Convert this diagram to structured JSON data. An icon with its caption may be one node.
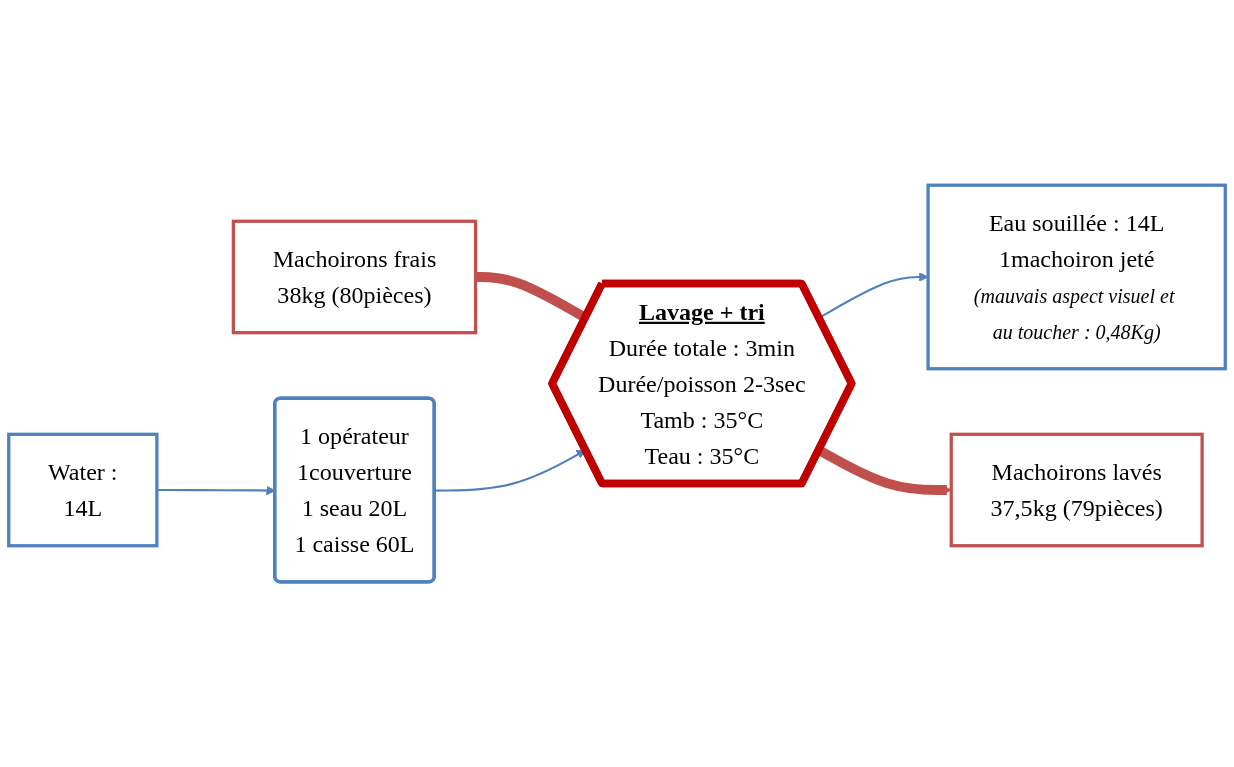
{
  "diagram": {
    "nodes": [
      {
        "text": [
          "Machoirons frais",
          "38kg (80pièces)"
        ]
      },
      {
        "text": [
          "Water :",
          "14L"
        ]
      },
      {
        "text": [
          "1 opérateur",
          "1couverture",
          "1 seau 20L",
          "1 caisse 60L"
        ]
      },
      {
        "text": [
          "Lavage + tri",
          "Durée totale : 3min",
          "Durée/poisson 2-3sec",
          "Tamb : 35°C",
          "Teau : 35°C"
        ]
      },
      {
        "text": [
          "Eau souillée : 14L",
          "1machoiron jeté",
          "(mauvais aspect visuel et au toucher : 0,48Kg)"
        ]
      },
      {
        "text": [
          "Machoirons lavés",
          "37,5kg (79pièces)"
        ]
      }
    ],
    "edges": [
      {
        "from": 0,
        "to": 3,
        "arrow": "to",
        "style": "thick",
        "color": "#c0504d"
      },
      {
        "from": 1,
        "to": 2,
        "arrow": "to"
      },
      {
        "from": 2,
        "to": 3,
        "arrow": "to"
      },
      {
        "from": 3,
        "to": 4,
        "arrow": "to"
      },
      {
        "from": 3,
        "to": 5,
        "arrow": "to",
        "style": "thick",
        "color": "#c0504d"
      }
    ]
  }
}
